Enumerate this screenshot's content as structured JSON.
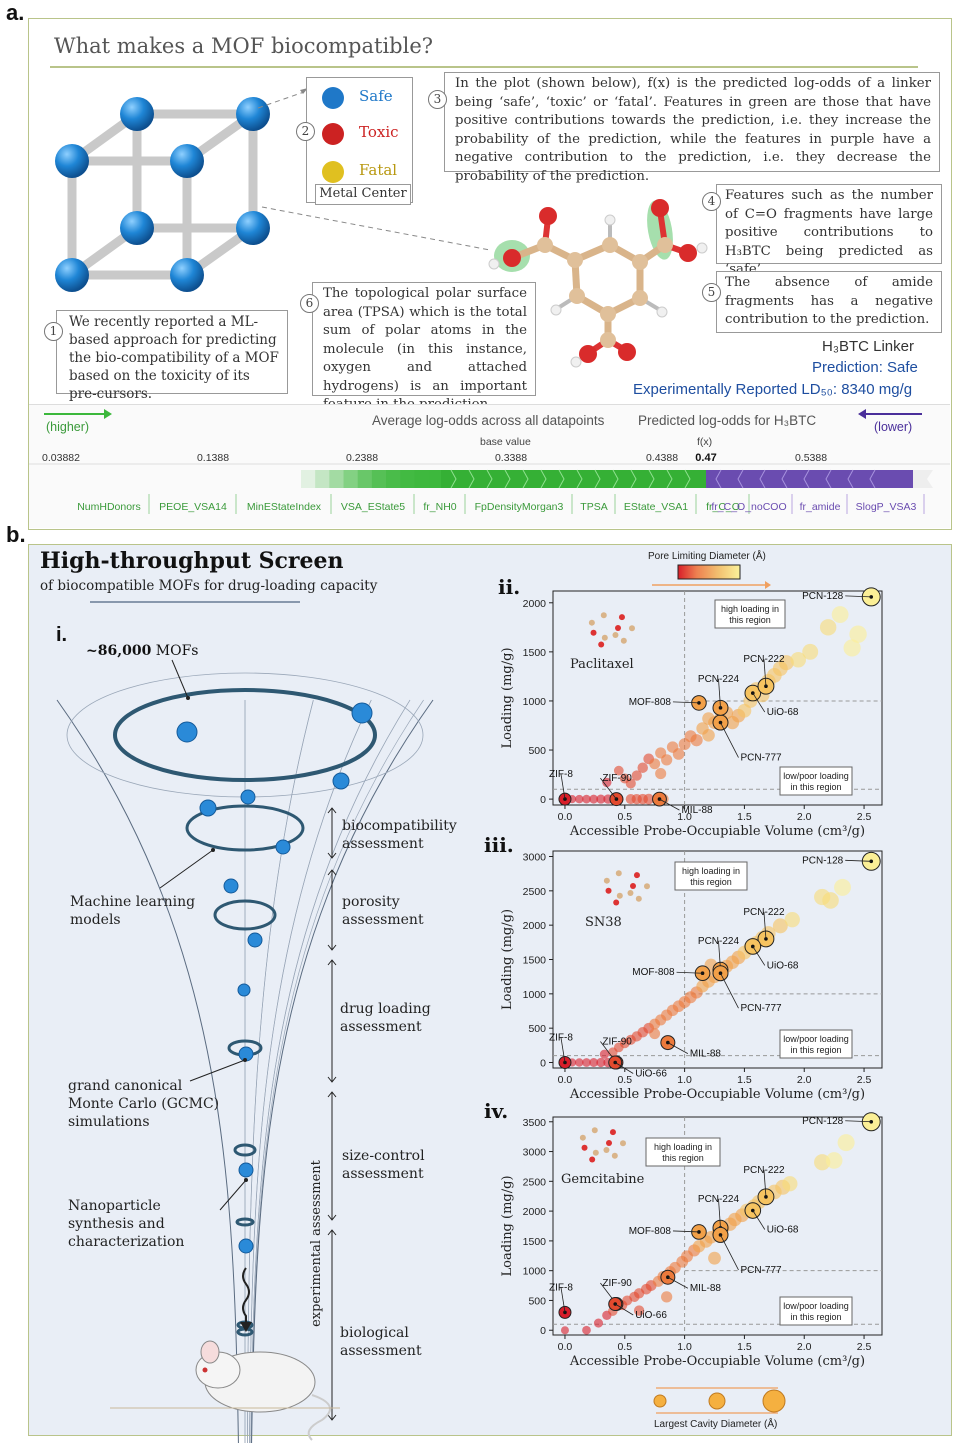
{
  "panel_a": {
    "label": "a.",
    "title": "What makes a MOF biocompatible?",
    "legend": {
      "safe": "Safe",
      "toxic": "Toxic",
      "fatal": "Fatal",
      "caption": "Metal Center",
      "num": "2",
      "colors": {
        "safe": "#1f78c8",
        "toxic": "#cc2222",
        "fatal": "#e0c020"
      }
    },
    "note1": {
      "num": "1",
      "text": "We recently reported a ML-based approach for predicting the bio-compatibility of a MOF based on the toxicity of its pre-cursors."
    },
    "note3": {
      "num": "3",
      "text": "In the plot (shown below), f(x) is the predicted log-odds of a linker being ‘safe’, ‘toxic’ or ‘fatal’. Features in green are those that have positive contributions towards the prediction, i.e. they increase the probability of the prediction, while the features in purple have a negative contribution to the prediction, i.e. they decrease the probability of the prediction."
    },
    "note4": {
      "num": "4",
      "text": "Features such as the number of C=O fragments have large positive contributions to H₃BTC being predicted as ‘safe’."
    },
    "note5": {
      "num": "5",
      "text": "The absence of amide fragments has a negative contribution to the prediction."
    },
    "note6": {
      "num": "6",
      "text": "The topological polar surface area (TPSA) which is the total sum of polar atoms in the molecule (in this instance, oxygen and attached hydrogens) is an important feature in the prediction."
    },
    "linker": {
      "name": "H₃BTC Linker",
      "prediction": "Prediction: Safe",
      "ld50": "Experimentally Reported LD₅₀: 8340 mg/g"
    },
    "shap": {
      "higher": "(higher)",
      "lower": "(lower)",
      "avg_label": "Average log-odds across all datapoints",
      "pred_label": "Predicted log-odds for H₃BTC",
      "base_value": "base value",
      "fx": "f(x)",
      "fx_value": "0.47",
      "ticks": [
        "0.03882",
        "0.1388",
        "0.2388",
        "0.3388",
        "0.4388",
        "0.5388"
      ],
      "green_features": [
        "NumHDonors",
        "PEOE_VSA14",
        "MinEStateIndex",
        "VSA_EState5",
        "fr_NH0",
        "FpDensityMorgan3",
        "TPSA",
        "EState_VSA1",
        "fr_C_O"
      ],
      "purple_features": [
        "fr_C_O_noCOO",
        "fr_amide",
        "SlogP_VSA3"
      ],
      "colors": {
        "positive": "#3cb83c",
        "negative": "#6a4cb0"
      }
    }
  },
  "panel_b": {
    "label": "b.",
    "title": "High-throughput Screen",
    "subtitle": "of biocompatible MOFs for drug-loading capacity",
    "funnel": {
      "label_i": "i.",
      "mofs_bold": "~86,000",
      "mofs_rest": " MOFs",
      "ml": "Machine learning models",
      "gcmc": "grand canonical Monte Carlo (GCMC) simulations",
      "nano": "Nanoparticle synthesis and characterization",
      "stages": [
        "biocompatibility assessment",
        "porosity assessment",
        "drug loading assessment",
        "size-control assessment",
        "biological assessment"
      ],
      "experimental": "experimental assessment"
    },
    "pld_legend": "Pore Limiting Diameter (Å)",
    "lcd_legend": "Largest Cavity Diameter (Å)",
    "high_region": "high loading in this region",
    "low_region": "low/poor loading in this region"
  },
  "chart_data": [
    {
      "type": "scatter",
      "panel": "ii.",
      "drug": "Paclitaxel",
      "xlabel": "Accessible Probe-Occupiable Volume (cm³/g)",
      "ylabel": "Loading (mg/g)",
      "xlim": [
        -0.1,
        2.65
      ],
      "ylim": [
        -60,
        2120
      ],
      "xticks": [
        0.0,
        0.5,
        1.0,
        1.5,
        2.0,
        2.5
      ],
      "yticks": [
        0,
        500,
        1000,
        1500,
        2000
      ],
      "thresholds": {
        "x": 1.0,
        "y_high": 1000,
        "y_low": 100
      },
      "points": [
        [
          0.0,
          0
        ],
        [
          0.06,
          0
        ],
        [
          0.12,
          0
        ],
        [
          0.18,
          0
        ],
        [
          0.24,
          0
        ],
        [
          0.3,
          0
        ],
        [
          0.36,
          0
        ],
        [
          0.45,
          0
        ],
        [
          0.55,
          0
        ],
        [
          0.6,
          0
        ],
        [
          0.65,
          0
        ],
        [
          0.7,
          0
        ],
        [
          0.82,
          0
        ],
        [
          0.45,
          290
        ],
        [
          0.5,
          210
        ],
        [
          0.55,
          160
        ],
        [
          0.6,
          240
        ],
        [
          0.65,
          320
        ],
        [
          0.7,
          410
        ],
        [
          0.75,
          360
        ],
        [
          0.8,
          470
        ],
        [
          0.85,
          400
        ],
        [
          0.9,
          530
        ],
        [
          0.95,
          460
        ],
        [
          1.0,
          560
        ],
        [
          1.05,
          640
        ],
        [
          1.1,
          600
        ],
        [
          1.15,
          720
        ],
        [
          1.2,
          650
        ],
        [
          1.25,
          780
        ],
        [
          1.3,
          820
        ],
        [
          1.35,
          880
        ],
        [
          1.4,
          780
        ],
        [
          1.45,
          850
        ],
        [
          1.5,
          900
        ],
        [
          1.55,
          1000
        ],
        [
          1.6,
          1120
        ],
        [
          1.65,
          1060
        ],
        [
          1.7,
          1200
        ],
        [
          1.75,
          1260
        ],
        [
          1.8,
          1330
        ],
        [
          1.85,
          1390
        ],
        [
          1.95,
          1420
        ],
        [
          2.05,
          1500
        ],
        [
          2.2,
          1750
        ],
        [
          2.3,
          1880
        ],
        [
          2.4,
          1540
        ],
        [
          2.45,
          1680
        ],
        [
          0.35,
          170
        ],
        [
          0.8,
          260
        ],
        [
          1.2,
          820
        ]
      ],
      "labeled": [
        {
          "name": "ZIF-8",
          "x": 0.0,
          "y": 0
        },
        {
          "name": "ZIF-90",
          "x": 0.43,
          "y": 0
        },
        {
          "name": "MIL-88",
          "x": 0.79,
          "y": 0
        },
        {
          "name": "UiO-68",
          "x": 1.57,
          "y": 1080
        },
        {
          "name": "PCN-777",
          "x": 1.3,
          "y": 780
        },
        {
          "name": "PCN-224",
          "x": 1.3,
          "y": 930
        },
        {
          "name": "MOF-808",
          "x": 1.12,
          "y": 980
        },
        {
          "name": "PCN-222",
          "x": 1.68,
          "y": 1150
        },
        {
          "name": "PCN-128",
          "x": 2.56,
          "y": 2060
        }
      ]
    },
    {
      "type": "scatter",
      "panel": "iii.",
      "drug": "SN38",
      "xlabel": "Accessible Probe-Occupiable Volume (cm³/g)",
      "ylabel": "Loading (mg/g)",
      "xlim": [
        -0.1,
        2.65
      ],
      "ylim": [
        -80,
        3080
      ],
      "xticks": [
        0.0,
        0.5,
        1.0,
        1.5,
        2.0,
        2.5
      ],
      "yticks": [
        0,
        500,
        1000,
        1500,
        2000,
        2500,
        3000
      ],
      "thresholds": {
        "x": 1.0,
        "y_high": 1000,
        "y_low": 100
      },
      "points": [
        [
          0.0,
          0
        ],
        [
          0.06,
          0
        ],
        [
          0.12,
          0
        ],
        [
          0.18,
          0
        ],
        [
          0.24,
          0
        ],
        [
          0.3,
          0
        ],
        [
          0.36,
          0
        ],
        [
          0.44,
          0
        ],
        [
          0.4,
          150
        ],
        [
          0.45,
          220
        ],
        [
          0.5,
          280
        ],
        [
          0.55,
          330
        ],
        [
          0.6,
          380
        ],
        [
          0.65,
          440
        ],
        [
          0.7,
          500
        ],
        [
          0.75,
          560
        ],
        [
          0.8,
          620
        ],
        [
          0.85,
          690
        ],
        [
          0.9,
          760
        ],
        [
          0.95,
          820
        ],
        [
          1.0,
          880
        ],
        [
          1.05,
          950
        ],
        [
          1.1,
          1020
        ],
        [
          1.15,
          1110
        ],
        [
          1.2,
          1180
        ],
        [
          1.25,
          1250
        ],
        [
          1.3,
          1320
        ],
        [
          1.35,
          1400
        ],
        [
          1.4,
          1460
        ],
        [
          1.45,
          1530
        ],
        [
          1.5,
          1600
        ],
        [
          1.55,
          1670
        ],
        [
          1.6,
          1740
        ],
        [
          1.65,
          1810
        ],
        [
          1.7,
          1880
        ],
        [
          1.8,
          1990
        ],
        [
          1.9,
          2080
        ],
        [
          2.15,
          2410
        ],
        [
          2.22,
          2360
        ],
        [
          2.32,
          2550
        ],
        [
          0.33,
          120
        ],
        [
          0.75,
          420
        ],
        [
          1.22,
          1420
        ]
      ],
      "labeled": [
        {
          "name": "ZIF-8",
          "x": 0.0,
          "y": 0
        },
        {
          "name": "ZIF-90",
          "x": 0.43,
          "y": 0
        },
        {
          "name": "UiO-66",
          "x": 0.42,
          "y": 0
        },
        {
          "name": "MIL-88",
          "x": 0.86,
          "y": 290
        },
        {
          "name": "MOF-808",
          "x": 1.15,
          "y": 1300
        },
        {
          "name": "PCN-224",
          "x": 1.3,
          "y": 1350
        },
        {
          "name": "PCN-777",
          "x": 1.3,
          "y": 1300
        },
        {
          "name": "PCN-222",
          "x": 1.68,
          "y": 1800
        },
        {
          "name": "UiO-68",
          "x": 1.57,
          "y": 1690
        },
        {
          "name": "PCN-128",
          "x": 2.56,
          "y": 2930
        }
      ]
    },
    {
      "type": "scatter",
      "panel": "iv.",
      "drug": "Gemcitabine",
      "xlabel": "Accessible Probe-Occupiable Volume (cm³/g)",
      "ylabel": "Loading (mg/g)",
      "xlim": [
        -0.1,
        2.65
      ],
      "ylim": [
        -80,
        3580
      ],
      "xticks": [
        0.0,
        0.5,
        1.0,
        1.5,
        2.0,
        2.5
      ],
      "yticks": [
        0,
        500,
        1000,
        1500,
        2000,
        2500,
        3000,
        3500
      ],
      "thresholds": {
        "x": 1.0,
        "y_high": 1000,
        "y_low": 100
      },
      "points": [
        [
          0.0,
          0
        ],
        [
          0.18,
          0
        ],
        [
          0.28,
          120
        ],
        [
          0.35,
          250
        ],
        [
          0.4,
          320
        ],
        [
          0.48,
          420
        ],
        [
          0.52,
          500
        ],
        [
          0.58,
          560
        ],
        [
          0.62,
          620
        ],
        [
          0.68,
          690
        ],
        [
          0.72,
          750
        ],
        [
          0.78,
          820
        ],
        [
          0.82,
          900
        ],
        [
          0.88,
          980
        ],
        [
          0.92,
          1050
        ],
        [
          0.98,
          1150
        ],
        [
          1.02,
          1240
        ],
        [
          1.08,
          1340
        ],
        [
          1.12,
          1410
        ],
        [
          1.18,
          1490
        ],
        [
          1.22,
          1560
        ],
        [
          1.28,
          1640
        ],
        [
          1.32,
          1710
        ],
        [
          1.38,
          1780
        ],
        [
          1.42,
          1860
        ],
        [
          1.48,
          1930
        ],
        [
          1.52,
          2010
        ],
        [
          1.58,
          2080
        ],
        [
          1.62,
          2150
        ],
        [
          1.68,
          2230
        ],
        [
          1.75,
          2320
        ],
        [
          1.82,
          2400
        ],
        [
          1.88,
          2460
        ],
        [
          2.15,
          2820
        ],
        [
          2.25,
          2850
        ],
        [
          2.35,
          3150
        ],
        [
          0.62,
          330
        ],
        [
          0.85,
          560
        ],
        [
          1.25,
          1210
        ]
      ],
      "labeled": [
        {
          "name": "ZIF-8",
          "x": 0.0,
          "y": 300
        },
        {
          "name": "ZIF-90",
          "x": 0.43,
          "y": 440
        },
        {
          "name": "UiO-66",
          "x": 0.42,
          "y": 440
        },
        {
          "name": "MIL-88",
          "x": 0.86,
          "y": 890
        },
        {
          "name": "MOF-808",
          "x": 1.12,
          "y": 1650
        },
        {
          "name": "PCN-224",
          "x": 1.3,
          "y": 1720
        },
        {
          "name": "PCN-777",
          "x": 1.3,
          "y": 1600
        },
        {
          "name": "PCN-222",
          "x": 1.68,
          "y": 2240
        },
        {
          "name": "UiO-68",
          "x": 1.57,
          "y": 2010
        },
        {
          "name": "PCN-128",
          "x": 2.56,
          "y": 3500
        }
      ]
    }
  ]
}
